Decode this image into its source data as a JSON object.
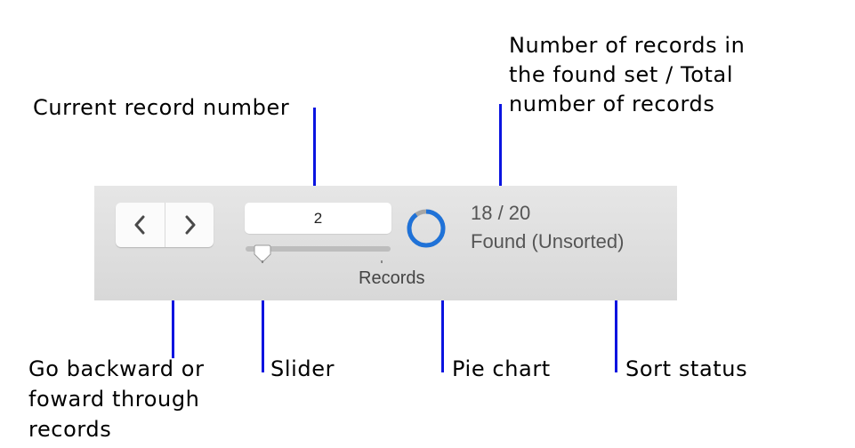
{
  "annotations": {
    "current_record": "Current record number",
    "found_set_line1": "Number of records in",
    "found_set_line2": "the found set / Total",
    "found_set_line3": "number of records",
    "navigate_line1": "Go backward or",
    "navigate_line2": "foward through",
    "navigate_line3": "records",
    "slider": "Slider",
    "pie_chart": "Pie chart",
    "sort_status": "Sort status"
  },
  "toolbar": {
    "prev_icon": "chevron-left-icon",
    "next_icon": "chevron-right-icon",
    "current_record": "2",
    "records_label": "Records",
    "found_count": "18 / 20",
    "sort_status": "Found (Unsorted)",
    "found_fraction": 0.9,
    "slider_value": 2
  },
  "colors": {
    "leader_line": "#0a14e0",
    "pie_found": "#1f72d8",
    "pie_omitted": "#a6a6a6",
    "toolbar_bg": "#dedede"
  }
}
